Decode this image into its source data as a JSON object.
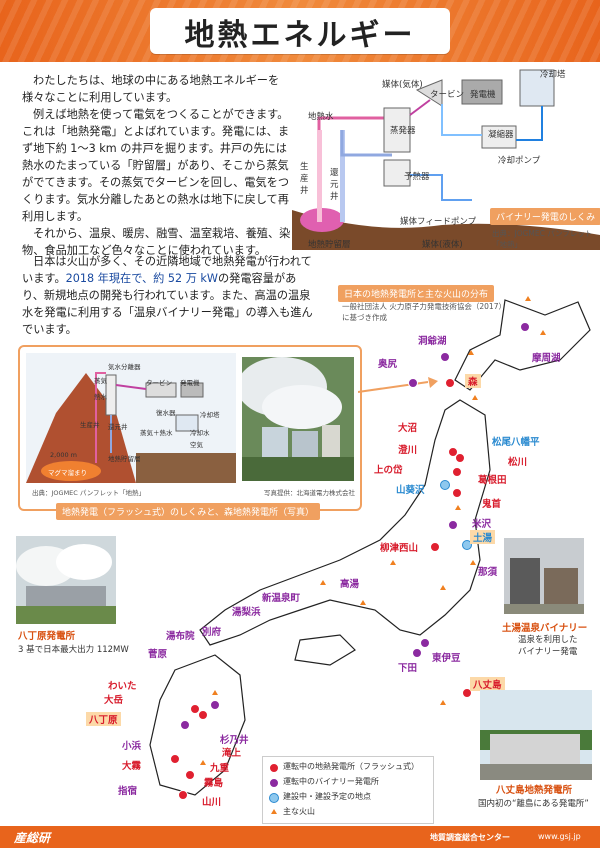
{
  "title": "地熱エネルギー",
  "intro": [
    "わたしたちは、地球の中にある地熱エネルギーを様々なことに利用しています。",
    "例えば地熱を使って電気をつくることができます。これは「地熱発電」とよばれています。発電には、まず地下約 1～3 km の井戸を掘ります。井戸の先には熱水のたまっている「貯留層」があり、そこから蒸気がでてきます。その蒸気でタービンを回し、電気をつくります。気水分離したあとの熱水は地下に戻して再利用します。",
    "それから、温泉、暖房、融雪、温室栽培、養殖、染物、食品加工など色々なことに使われています。"
  ],
  "para2_plain_a": "日本は火山が多く、その近隣地域で地熱発電が行われています。",
  "para2_hl": "2018 年現在で、約 52 万 kW",
  "para2_plain_b": "の発電容量があり、新規地点の開発も行われています。また、高温の温泉水を発電に利用する「温泉バイナリー発電」の導入も進んでいます。",
  "binary_diagram": {
    "labels": {
      "steam": "媒体(気体)",
      "turbine": "タービン",
      "generator": "発電機",
      "cooling_tower": "冷却塔",
      "geo_water": "地熱水",
      "evaporator": "蒸発器",
      "condenser": "凝縮器",
      "cooling_pump": "冷却ポンプ",
      "production_well": "生産井",
      "reinjection_well": "還元井",
      "preheater": "予熱器",
      "feed_pump": "媒体フィードポンプ",
      "reservoir": "地熱貯留層",
      "liquid": "媒体(液体)"
    },
    "caption_title": "バイナリー発電のしくみ",
    "source": "出典：JOGMEC パンフレット「地熱」"
  },
  "flash_diagram": {
    "labels": {
      "separator": "気水分離器",
      "steam": "蒸気",
      "turbine": "タービン",
      "generator": "発電機",
      "water": "熱水",
      "condenser": "復水器",
      "cooling_tower": "冷却塔",
      "steam_hot": "蒸気＋熱水",
      "cold_water": "冷却水",
      "air": "空気",
      "production_well": "生産井",
      "reinjection_well": "還元井",
      "reservoir": "地熱貯留層",
      "magma": "マグマ溜まり",
      "depth": "2,000 m"
    },
    "source_left": "出典：JOGMEC パンフレット「地熱」",
    "source_right": "写真提供：北海道電力株式会社",
    "caption": "地熱発電（フラッシュ式）のしくみと、森地熱発電所（写真）"
  },
  "map": {
    "title": "日本の地熱発電所と主な火山の分布",
    "source": "一般社団法人 火力原子力発電技術協会（2017）に基づき作成",
    "places": {
      "toya": "洞爺湖",
      "okushiri": "奥尻",
      "mori": "森",
      "mashu": "摩周湖",
      "onuma": "大沼",
      "sumikawa": "澄川",
      "uenotai": "上の岱",
      "yamakuzawa": "山葵沢",
      "matsuo": "松尾八幡平",
      "matsukawa": "松川",
      "kakkonda": "葛根田",
      "onikobe": "鬼首",
      "yonezawa": "米沢",
      "tsuchiyu": "土湯",
      "nasu": "那須",
      "yanaizu": "柳津西山",
      "takayu": "高湯",
      "shinonsen": "新温泉町",
      "yuzawa": "湯梨浜",
      "yufuin": "湯布院",
      "beppu": "別府",
      "kuju": "菅原",
      "waita": "わいた",
      "otake": "大岳",
      "hatchobaru": "八丁原",
      "obama": "小浜",
      "suginoi": "杉乃井",
      "takigami": "滝上",
      "kuju2": "九重",
      "ogiri": "大霧",
      "kirishima": "霧島",
      "ibusuki": "指宿",
      "yamagawa": "山川",
      "shimoda": "下田",
      "higashiizu": "東伊豆",
      "hachijo": "八丈島"
    },
    "legend": [
      "運転中の地熱発電所（フラッシュ式）",
      "運転中のバイナリー発電所",
      "建設中・建設予定の地点",
      "主な火山"
    ]
  },
  "photos": {
    "hatchobaru_title": "八丁原発電所",
    "hatchobaru_desc": "3 基で日本最大出力 112MW",
    "tsuchiyu_title": "土湯温泉バイナリー",
    "tsuchiyu_desc1": "温泉を利用した",
    "tsuchiyu_desc2": "バイナリー発電",
    "hachijo_title": "八丈島地熱発電所",
    "hachijo_desc": "国内初の“離島にある発電所”"
  },
  "footer": {
    "logo": "産総研",
    "org": "地質調査総合センター",
    "url": "www.gsj.jp"
  },
  "colors": {
    "orange": "#e8641c",
    "red": "#e02030",
    "purple": "#8b2aa0",
    "blue": "#2a8ad0"
  }
}
